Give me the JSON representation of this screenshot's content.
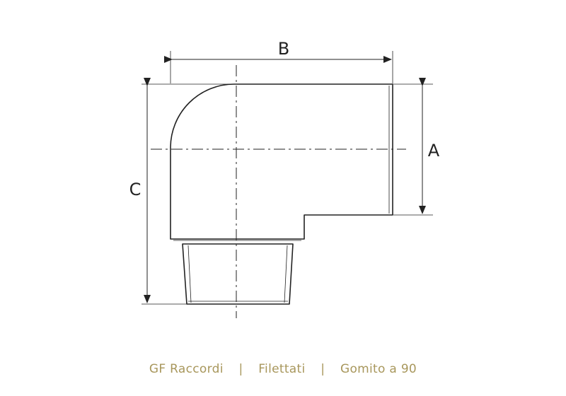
{
  "diagram": {
    "labels": {
      "b": "B",
      "a": "A",
      "c": "C"
    }
  },
  "caption": {
    "brand": "GF Raccordi",
    "separator": "|",
    "category": "Filettati",
    "product": "Gomito a 90"
  },
  "colors": {
    "line": "#222222",
    "caption": "#a8975c"
  }
}
